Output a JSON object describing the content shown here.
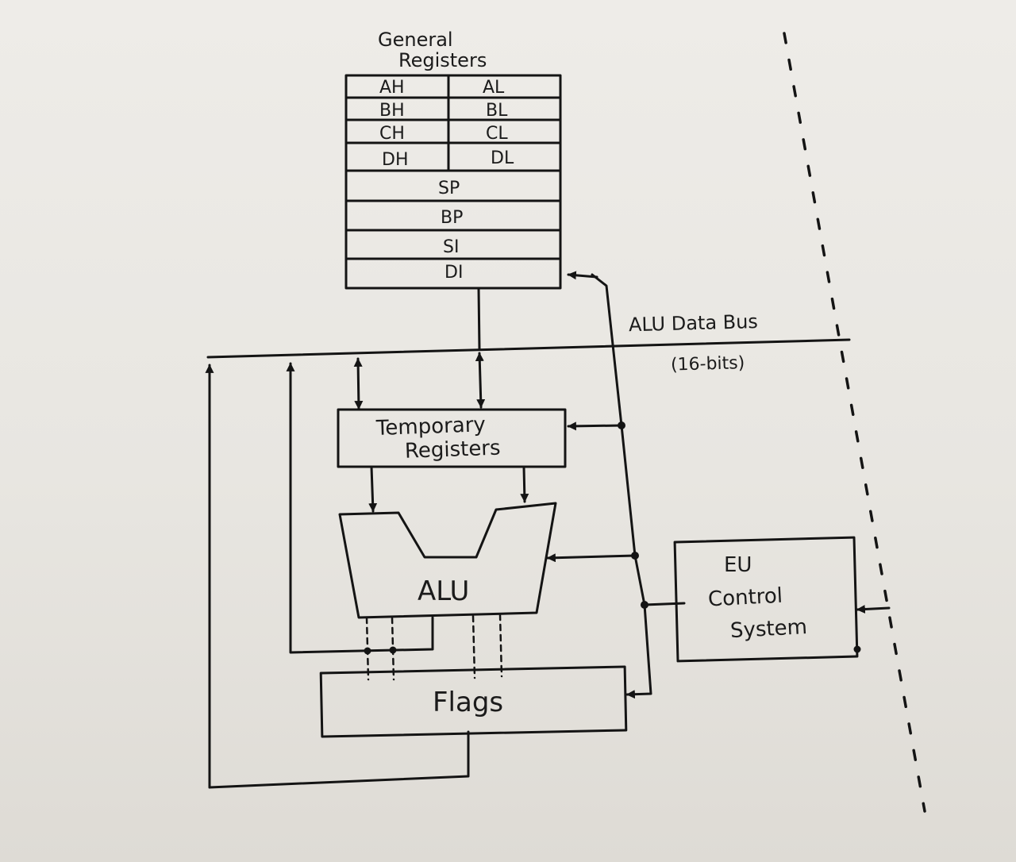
{
  "general_registers": {
    "title_line1": "General",
    "title_line2": "Registers",
    "pairs": [
      {
        "high": "AH",
        "low": "AL"
      },
      {
        "high": "BH",
        "low": "BL"
      },
      {
        "high": "CH",
        "low": "CL"
      },
      {
        "high": "DH",
        "low": "DL"
      }
    ],
    "pointers": [
      "SP",
      "BP",
      "SI",
      "DI"
    ]
  },
  "bus": {
    "label": "ALU Data Bus",
    "width_label": "(16-bits)"
  },
  "temporary_registers": {
    "line1": "Temporary",
    "line2": "Registers"
  },
  "alu": {
    "label": "ALU"
  },
  "flags": {
    "label": "Flags"
  },
  "eu_control": {
    "line1": "EU",
    "line2": "Control",
    "line3": "System"
  }
}
